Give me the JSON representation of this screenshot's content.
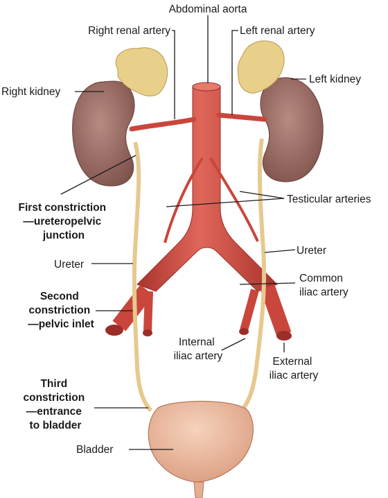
{
  "labels": {
    "abdominal_aorta": "Abdominal aorta",
    "right_renal_artery": "Right renal artery",
    "left_renal_artery": "Left renal artery",
    "right_kidney": "Right kidney",
    "left_kidney": "Left kidney",
    "first_constriction": [
      "First constriction",
      "—ureteropelvic",
      "junction"
    ],
    "testicular_arteries": "Testicular arteries",
    "ureter_left": "Ureter",
    "ureter_right": "Ureter",
    "common_iliac": [
      "Common",
      "iliac artery"
    ],
    "second_constriction": [
      "Second",
      "constriction",
      "—pelvic inlet"
    ],
    "internal_iliac": [
      "Internal",
      "iliac artery"
    ],
    "external_iliac": [
      "External",
      "iliac artery"
    ],
    "third_constriction": [
      "Third",
      "constriction",
      "—entrance",
      "to bladder"
    ],
    "bladder": "Bladder"
  },
  "colors": {
    "artery": "#c9463c",
    "artery_dark": "#9b2e28",
    "kidney": "#9a6a63",
    "kidney_dark": "#6f4741",
    "adrenal": "#e8cf8a",
    "ureter": "#e6c98f",
    "bladder": "#eab69a"
  }
}
